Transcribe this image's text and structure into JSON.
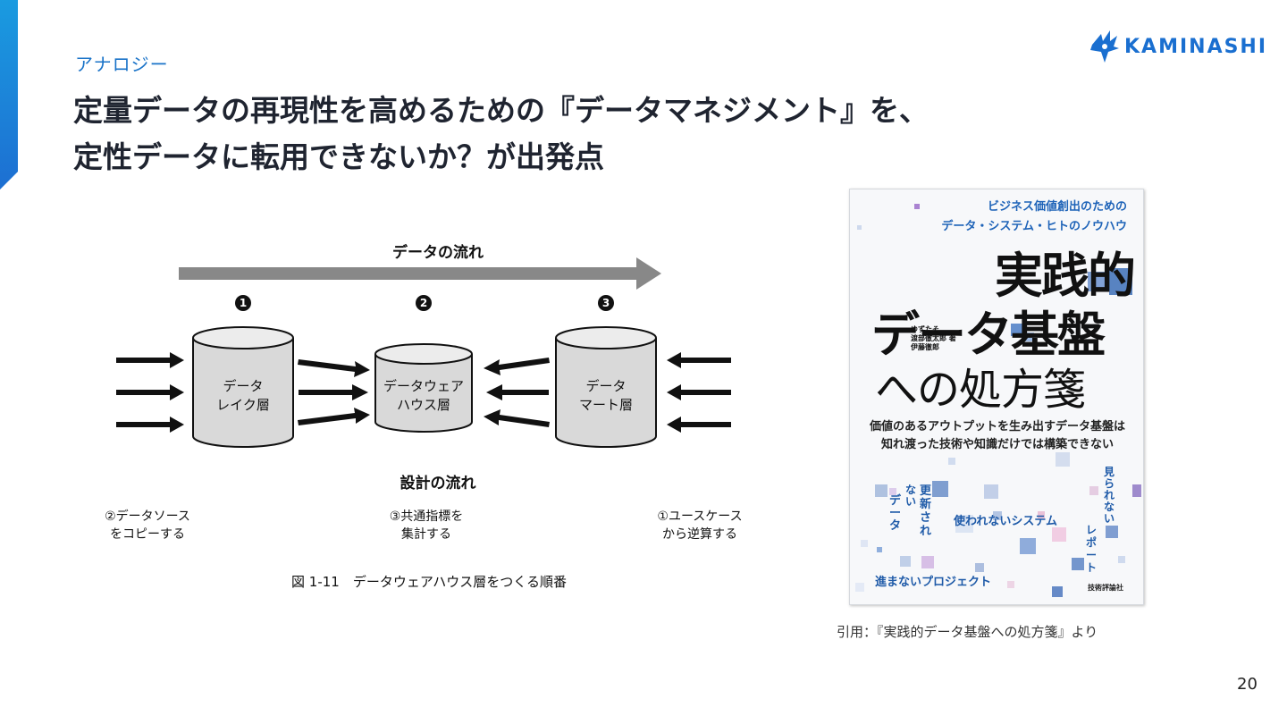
{
  "colors": {
    "accent": "#1a73c8",
    "accent_bar_top": "#1a9be0",
    "accent_bar_bottom": "#1d6fd2",
    "arrow_gray": "#888888",
    "cylinder_fill": "#d9d9d9",
    "book_blue": "#1e5aa8"
  },
  "header": {
    "section_label": "アナロジー",
    "headline_line1": "定量データの再現性を高めるための『データマネジメント』を、",
    "headline_line2": "定性データに転用できないか？が出発点"
  },
  "logo": {
    "icon": "kaminashi-mark-icon",
    "text": "KAMINASHI"
  },
  "diagram": {
    "data_flow_title": "データの流れ",
    "design_flow_title": "設計の流れ",
    "steps": [
      {
        "number": "1",
        "label_line1": "データ",
        "label_line2": "レイク層"
      },
      {
        "number": "2",
        "label_line1": "データウェア",
        "label_line2": "ハウス層"
      },
      {
        "number": "3",
        "label_line1": "データ",
        "label_line2": "マート層"
      }
    ],
    "notes": [
      {
        "line1": "②データソース",
        "line2": "をコピーする"
      },
      {
        "line1": "③共通指標を",
        "line2": "集計する"
      },
      {
        "line1": "①ユースケース",
        "line2": "から逆算する"
      }
    ],
    "caption": "図 1-11　データウェアハウス層をつくる順番"
  },
  "book": {
    "subtitle_line1": "ビジネス価値創出のための",
    "subtitle_line2": "データ・システム・ヒトのノウハウ",
    "title_line1": "実践的",
    "title_line2": "データ基盤",
    "title_line3": "への処方箋",
    "authors": [
      "ゆずたそ",
      "渡部徹太郎 著",
      "伊藤徹郎"
    ],
    "tagline_line1": "価値のあるアウトプットを生み出すデータ基盤は",
    "tagline_line2": "知れ渡った技術や知識だけでは構築できない",
    "word_chars": {
      "unseen_data": [
        "デ",
        "ー",
        "タ"
      ],
      "nai": [
        "な",
        "い"
      ],
      "not_updated": [
        "更",
        "新",
        "さ",
        "れ"
      ],
      "unseen": [
        "見",
        "ら",
        "れ",
        "な",
        "い"
      ],
      "report": [
        "レ",
        "ポ",
        "ー",
        "ト"
      ]
    },
    "word_unused_system": "使われないシステム",
    "word_stalled_project": "進まないプロジェクト",
    "publisher": "技術評論社"
  },
  "quote": "引用：『実践的データ基盤への処方箋』より",
  "page_number": "20"
}
